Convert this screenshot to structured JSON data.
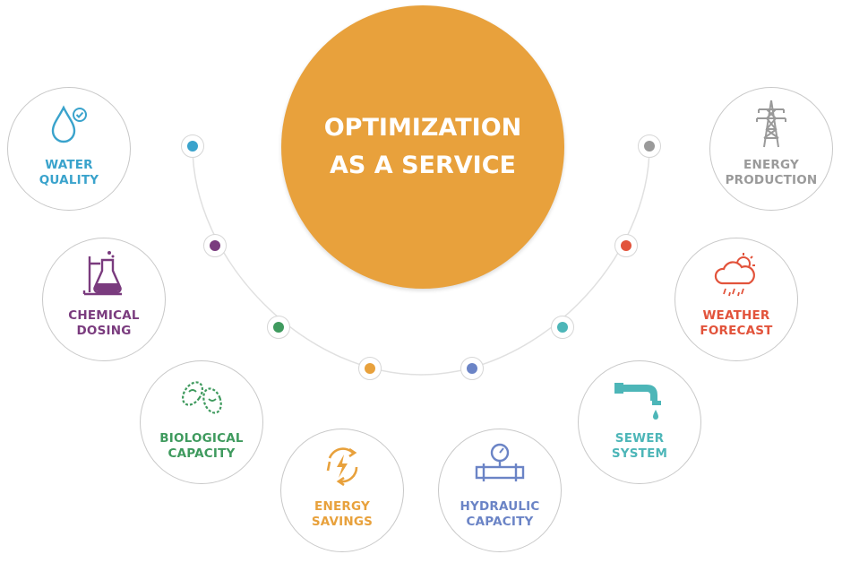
{
  "center": {
    "line1": "OPTIMIZATION",
    "line2": "AS A SERVICE",
    "color": "#e8a13c"
  },
  "nodes": [
    {
      "id": "water-quality",
      "line1": "WATER",
      "line2": "QUALITY",
      "color": "#3aa3cc",
      "icon": "water-drop-check-icon"
    },
    {
      "id": "chemical-dosing",
      "line1": "CHEMICAL",
      "line2": "DOSING",
      "color": "#7a3b7e",
      "icon": "flask-icon"
    },
    {
      "id": "biological-capacity",
      "line1": "BIOLOGICAL",
      "line2": "CAPACITY",
      "color": "#3f9a5e",
      "icon": "bacteria-icon"
    },
    {
      "id": "energy-savings",
      "line1": "ENERGY",
      "line2": "SAVINGS",
      "color": "#e8a13c",
      "icon": "energy-cycle-icon"
    },
    {
      "id": "hydraulic-capacity",
      "line1": "HYDRAULIC",
      "line2": "CAPACITY",
      "color": "#6b84c6",
      "icon": "pressure-gauge-pipe-icon"
    },
    {
      "id": "sewer-system",
      "line1": "SEWER",
      "line2": "SYSTEM",
      "color": "#4db6b8",
      "icon": "pipe-tap-icon"
    },
    {
      "id": "weather-forecast",
      "line1": "WEATHER",
      "line2": "FORECAST",
      "color": "#e2533b",
      "icon": "cloud-sun-rain-icon"
    },
    {
      "id": "energy-production",
      "line1": "ENERGY",
      "line2": "PRODUCTION",
      "color": "#9a9a9a",
      "icon": "power-pylon-icon"
    }
  ]
}
